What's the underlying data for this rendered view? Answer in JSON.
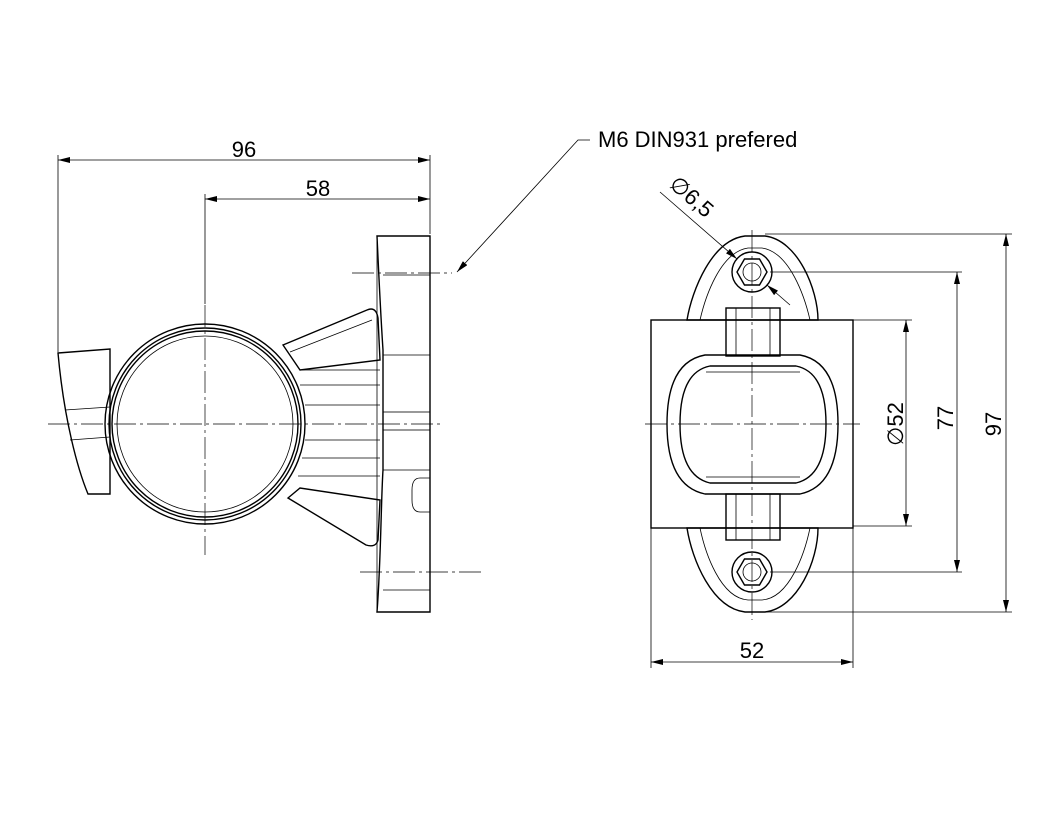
{
  "note": {
    "text": "M6 DIN931 prefered"
  },
  "dimensions": {
    "overall_width": "96",
    "center_offset": "58",
    "hole_diameter": "∅6,5",
    "bore_diameter": "∅52",
    "hole_spacing": "77",
    "overall_height": "97",
    "base_width": "52"
  }
}
